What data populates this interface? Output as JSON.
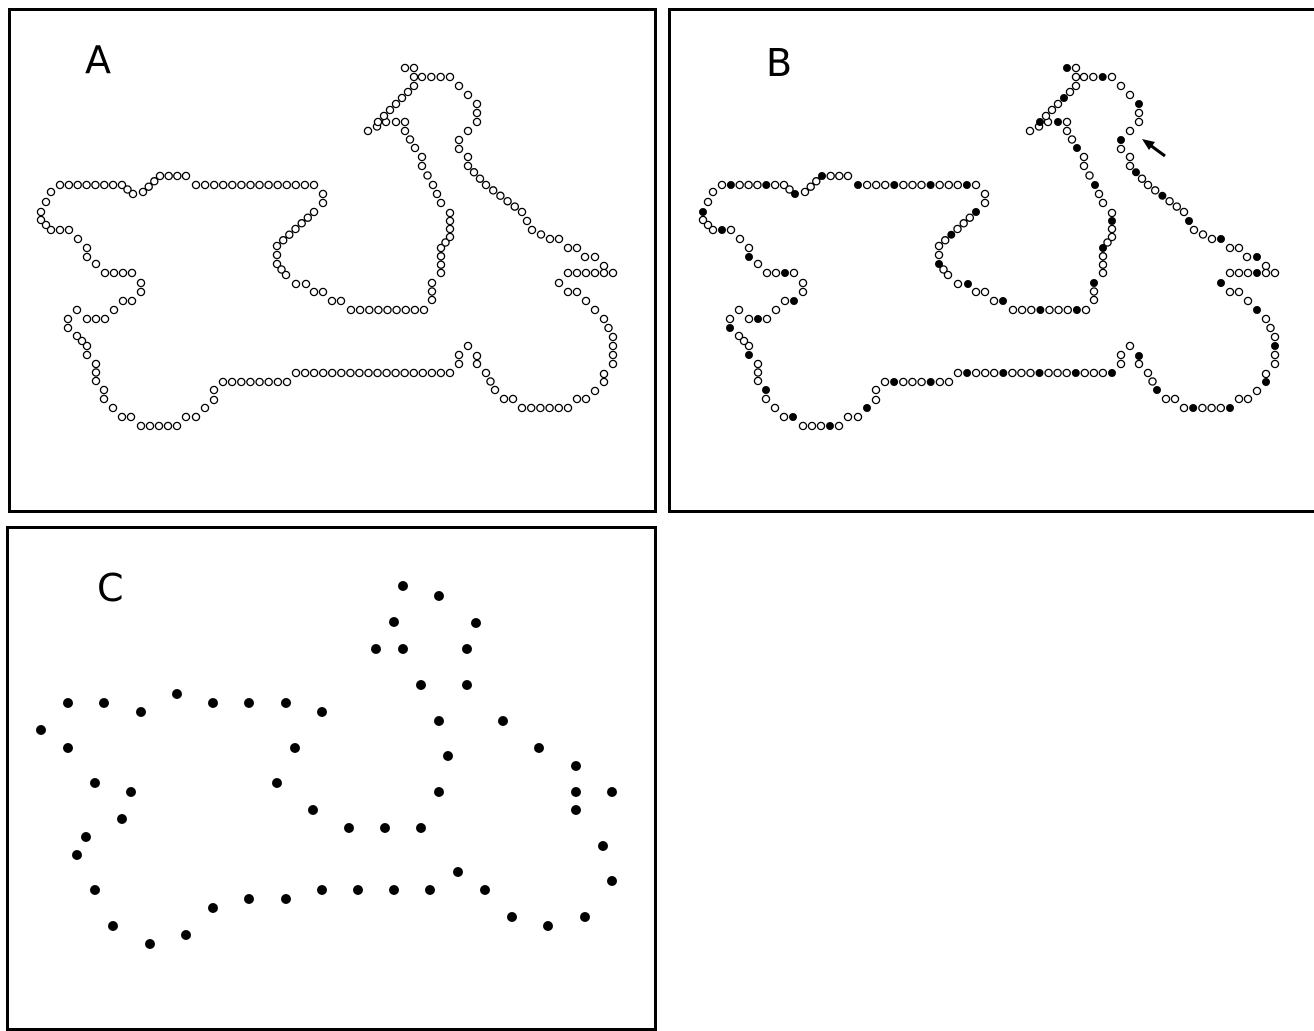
{
  "panels": {
    "a": {
      "label": "A"
    },
    "b": {
      "label": "B"
    },
    "c": {
      "label": "C"
    }
  },
  "colors": {
    "stroke": "#000000",
    "fill_open": "#ffffff",
    "fill_closed": "#000000"
  }
}
